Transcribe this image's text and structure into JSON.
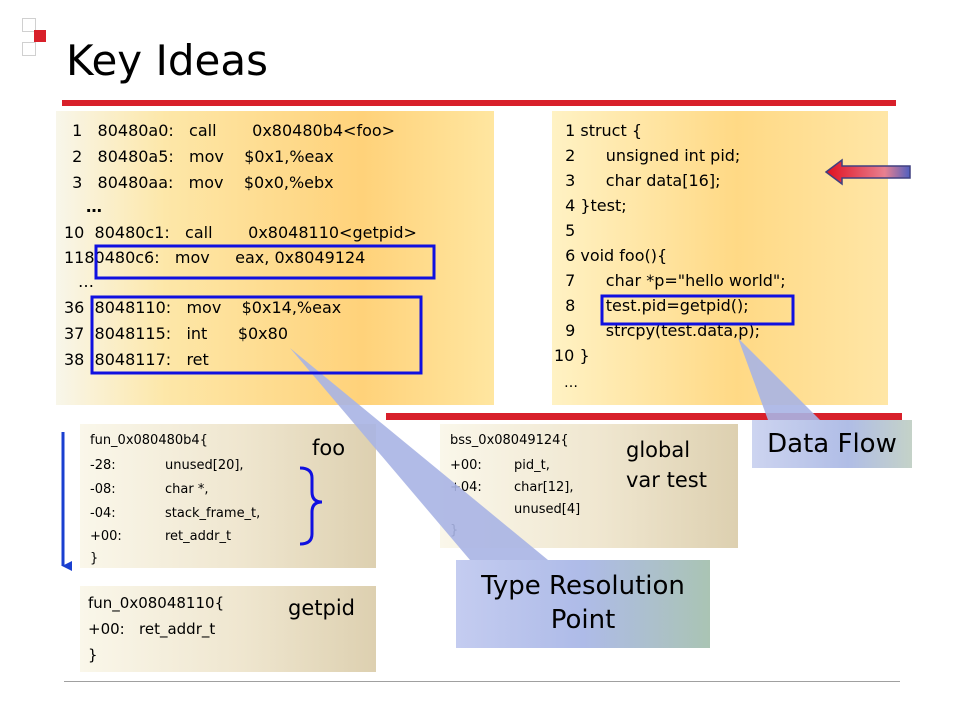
{
  "title": "Key Ideas",
  "assembly": {
    "lines": [
      " 1   80480a0:   call       0x80480b4<foo>",
      " 2   80480a5:   mov    $0x1,%eax",
      " 3   80480aa:   mov    $0x0,%ebx",
      "…",
      "10  80480c1:   call       0x8048110<getpid>",
      "1180480c6:   mov     eax, 0x8049124",
      "…",
      "36  8048110:   mov    $0x14,%eax",
      "37  8048115:   int      $0x80",
      "38  8048117:   ret"
    ]
  },
  "source": {
    "lines": [
      " 1 struct {",
      " 2      unsigned int pid;",
      " 3      char data[16];",
      " 4 }test;",
      " 5",
      " 6 void foo(){",
      " 7      char *p=\"hello world\";",
      " 8      test.pid=getpid();",
      " 9      strcpy(test.data,p);",
      "10 }",
      "…"
    ]
  },
  "foo_frame": {
    "header": "fun_0x080480b4{",
    "rows": [
      {
        "off": "-28:",
        "type": "unused[20],"
      },
      {
        "off": "-08:",
        "type": "char *,"
      },
      {
        "off": "-04:",
        "type": "stack_frame_t,"
      },
      {
        "off": "+00:",
        "type": "ret_addr_t"
      }
    ],
    "close": "}",
    "label": "foo"
  },
  "getpid_frame": {
    "header": "fun_0x08048110{",
    "row": "+00:   ret_addr_t",
    "close": "}",
    "label": "getpid"
  },
  "bss": {
    "header": "bss_0x08049124{",
    "rows": [
      {
        "off": "+00:",
        "type": "pid_t,"
      },
      {
        "off": "+04:",
        "type": "char[12],"
      },
      {
        "off": "",
        "type": "unused[4]"
      }
    ],
    "close": "}",
    "label_line1": "global",
    "label_line2": "var test"
  },
  "callouts": {
    "data_flow": "Data Flow",
    "type_res_line1": "Type Resolution",
    "type_res_line2": "Point"
  },
  "colors": {
    "accent_red": "#d8202a",
    "highlight_blue": "#1010e0",
    "callout_blue": "#b0bde6"
  }
}
